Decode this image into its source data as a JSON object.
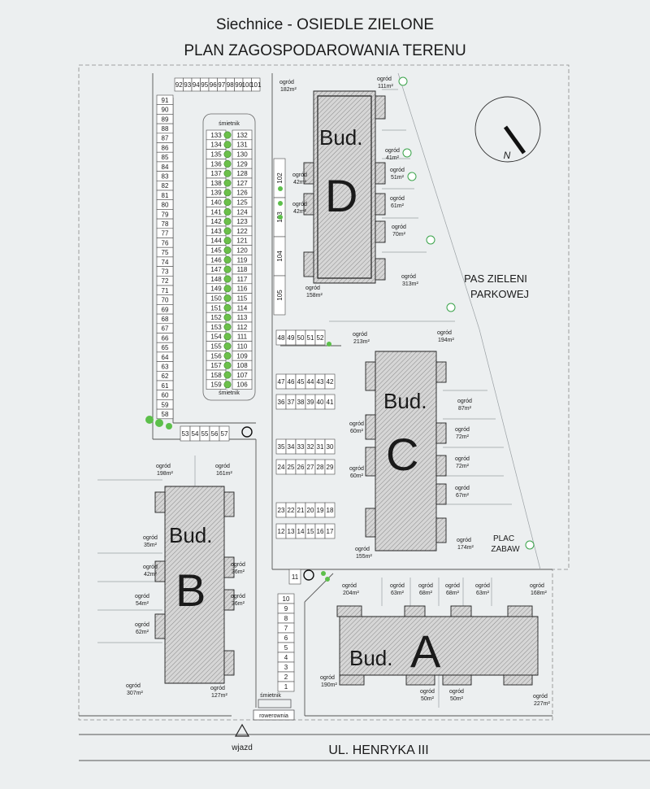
{
  "header": {
    "title_line1": "Siechnice - OSIEDLE ZIELONE",
    "title_line2": "PLAN ZAGOSPODAROWANIA TERENU"
  },
  "labels": {
    "street": "UL. HENRYKA III",
    "entry": "wjazd",
    "green_belt_line1": "PAS ZIELENI",
    "green_belt_line2": "PARKOWEJ",
    "playground_line1": "PLAC",
    "playground_line2": "ZABAW",
    "bike_shed": "rowerownia",
    "trash": "śmietnik",
    "north": "N"
  },
  "buildings": {
    "A": {
      "prefix": "Bud.",
      "letter": "A"
    },
    "B": {
      "prefix": "Bud.",
      "letter": "B"
    },
    "C": {
      "prefix": "Bud.",
      "letter": "C"
    },
    "D": {
      "prefix": "Bud.",
      "letter": "D"
    }
  },
  "gardens": [
    {
      "word": "ogród",
      "area": "182m²"
    },
    {
      "word": "ogród",
      "area": "111m²"
    },
    {
      "word": "ogród",
      "area": "41m²"
    },
    {
      "word": "ogród",
      "area": "51m²"
    },
    {
      "word": "ogród",
      "area": "61m²"
    },
    {
      "word": "ogród",
      "area": "70m²"
    },
    {
      "word": "ogród",
      "area": "313m²"
    },
    {
      "word": "ogród",
      "area": "158m²"
    },
    {
      "word": "ogród",
      "area": "42m²"
    },
    {
      "word": "ogród",
      "area": "42m²"
    },
    {
      "word": "ogród",
      "area": "213m²"
    },
    {
      "word": "ogród",
      "area": "194m²"
    },
    {
      "word": "ogród",
      "area": "87m²"
    },
    {
      "word": "ogród",
      "area": "72m²"
    },
    {
      "word": "ogród",
      "area": "72m²"
    },
    {
      "word": "ogród",
      "area": "67m²"
    },
    {
      "word": "ogród",
      "area": "174m²"
    },
    {
      "word": "ogród",
      "area": "155m²"
    },
    {
      "word": "ogród",
      "area": "60m²"
    },
    {
      "word": "ogród",
      "area": "60m²"
    },
    {
      "word": "ogród",
      "area": "198m²"
    },
    {
      "word": "ogród",
      "area": "161m²"
    },
    {
      "word": "ogród",
      "area": "35m²"
    },
    {
      "word": "ogród",
      "area": "42m²"
    },
    {
      "word": "ogród",
      "area": "54m²"
    },
    {
      "word": "ogród",
      "area": "62m²"
    },
    {
      "word": "ogród",
      "area": "307m²"
    },
    {
      "word": "ogród",
      "area": "127m²"
    },
    {
      "word": "ogród",
      "area": "36m²"
    },
    {
      "word": "ogród",
      "area": "36m²"
    },
    {
      "word": "ogród",
      "area": "204m²"
    },
    {
      "word": "ogród",
      "area": "63m²"
    },
    {
      "word": "ogród",
      "area": "68m²"
    },
    {
      "word": "ogród",
      "area": "68m²"
    },
    {
      "word": "ogród",
      "area": "63m²"
    },
    {
      "word": "ogród",
      "area": "168m²"
    },
    {
      "word": "ogród",
      "area": "190m²"
    },
    {
      "word": "ogród",
      "area": "50m²"
    },
    {
      "word": "ogród",
      "area": "50m²"
    },
    {
      "word": "ogród",
      "area": "227m²"
    }
  ],
  "parking": {
    "top_row": [
      "92",
      "93",
      "94",
      "95",
      "96",
      "97",
      "98",
      "99",
      "100",
      "101"
    ],
    "left_column": [
      "91",
      "90",
      "89",
      "88",
      "87",
      "86",
      "85",
      "84",
      "83",
      "82",
      "81",
      "80",
      "79",
      "78",
      "77",
      "76",
      "75",
      "74",
      "73",
      "72",
      "71",
      "70",
      "69",
      "68",
      "67",
      "66",
      "65",
      "64",
      "63",
      "62",
      "61",
      "60",
      "59",
      "58"
    ],
    "island_left": [
      "133",
      "134",
      "135",
      "136",
      "137",
      "138",
      "139",
      "140",
      "141",
      "142",
      "143",
      "144",
      "145",
      "146",
      "147",
      "148",
      "149",
      "150",
      "151",
      "152",
      "153",
      "154",
      "155",
      "156",
      "157",
      "158",
      "159"
    ],
    "island_right": [
      "132",
      "131",
      "130",
      "129",
      "128",
      "127",
      "126",
      "125",
      "124",
      "123",
      "122",
      "121",
      "120",
      "119",
      "118",
      "117",
      "116",
      "115",
      "114",
      "113",
      "112",
      "111",
      "110",
      "109",
      "108",
      "107",
      "106"
    ],
    "mid_column": [
      "102",
      "103",
      "104",
      "105"
    ],
    "row_48_52": [
      "48",
      "49",
      "50",
      "51",
      "52"
    ],
    "row_47_42": [
      "47",
      "46",
      "45",
      "44",
      "43",
      "42"
    ],
    "row_36_41": [
      "36",
      "37",
      "38",
      "39",
      "40",
      "41"
    ],
    "row_35_30": [
      "35",
      "34",
      "33",
      "32",
      "31",
      "30"
    ],
    "row_24_29": [
      "24",
      "25",
      "26",
      "27",
      "28",
      "29"
    ],
    "row_23_18": [
      "23",
      "22",
      "21",
      "20",
      "19",
      "18"
    ],
    "row_12_17": [
      "12",
      "13",
      "14",
      "15",
      "16",
      "17"
    ],
    "row_53_57": [
      "53",
      "54",
      "55",
      "56",
      "57"
    ],
    "spot_11": [
      "11"
    ],
    "bottom_column": [
      "10",
      "9",
      "8",
      "7",
      "6",
      "5",
      "4",
      "3",
      "2",
      "1"
    ]
  }
}
